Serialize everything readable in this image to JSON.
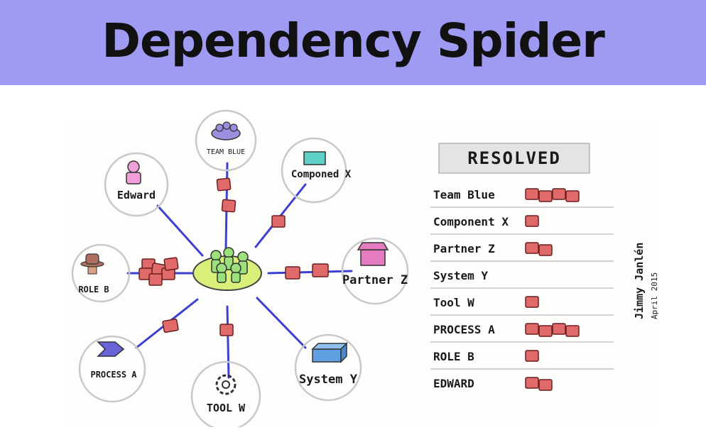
{
  "title": "Dependency Spider",
  "colors": {
    "banner": "#9f9af2",
    "line": "#3c3fd0",
    "block": "#e06a6a",
    "hub": "#d8f07a",
    "team": "#9b8fe0",
    "person": "#f0a0d8",
    "component": "#5fd0c8",
    "partner": "#e57bc0",
    "system": "#5fa0e0",
    "process": "#6b63d8",
    "role": "#b07060"
  },
  "diagram": {
    "nodes": {
      "team": "TEAM BLUE",
      "component": "Componed X",
      "edward": "Edward",
      "partner": "Partner Z",
      "role": "ROLE B",
      "process": "PROCESS A",
      "tool": "TOOL W",
      "system": "System Y"
    },
    "signature": "Jimmy Janlén",
    "signature_date": "April 2015"
  },
  "resolved": {
    "heading": "RESOLVED",
    "rows": [
      {
        "label": "Team Blue",
        "count": 4
      },
      {
        "label": "Component X",
        "count": 1
      },
      {
        "label": "Partner Z",
        "count": 2
      },
      {
        "label": "System Y",
        "count": 0
      },
      {
        "label": "Tool W",
        "count": 1
      },
      {
        "label": "PROCESS A",
        "count": 4
      },
      {
        "label": "ROLE B",
        "count": 1
      },
      {
        "label": "EDWARD",
        "count": 2
      }
    ]
  }
}
